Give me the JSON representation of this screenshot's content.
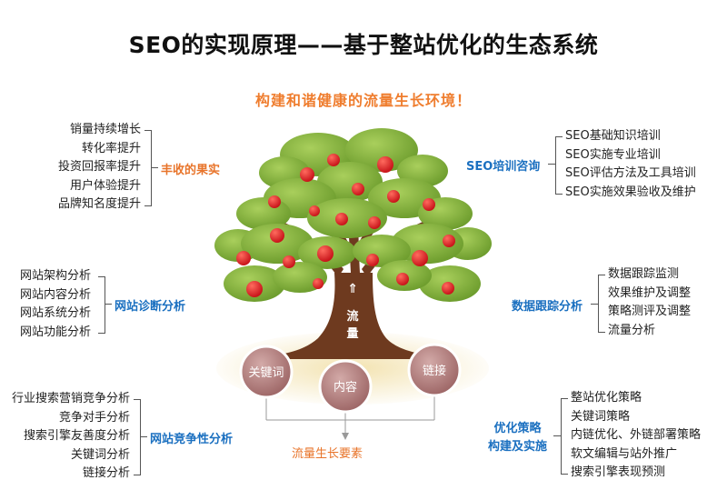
{
  "title": "SEO的实现原理——基于整站优化的生态系统",
  "subtitle": "构建和谐健康的流量生长环境！",
  "trunk_label": "流量",
  "trunk_arrow": "⇑",
  "left_groups": [
    {
      "category": "丰收的果实",
      "items": [
        "销量持续增长",
        "转化率提升",
        "投资回报率提升",
        "用户体验提升",
        "品牌知名度提升"
      ]
    },
    {
      "category": "网站诊断分析",
      "items": [
        "网站架构分析",
        "网站内容分析",
        "网站系统分析",
        "网站功能分析"
      ]
    },
    {
      "category": "网站竞争性分析",
      "items": [
        "行业搜索营销竞争分析",
        "竞争对手分析",
        "搜索引擎友善度分析",
        "关键词分析",
        "链接分析"
      ]
    }
  ],
  "right_groups": [
    {
      "category": "SEO培训咨询",
      "items": [
        "SEO基础知识培训",
        "SEO实施专业培训",
        "SEO评估方法及工具培训",
        "SEO实施效果验收及维护"
      ]
    },
    {
      "category": "数据跟踪分析",
      "items": [
        "数据跟踪监测",
        "效果维护及调整",
        "策略测评及调整",
        "流量分析"
      ]
    },
    {
      "category_lines": [
        "优化策略",
        "构建及实施"
      ],
      "items": [
        "整站优化策略",
        "关键词策略",
        "内链优化、外链部署策略",
        "软文编辑与站外推广",
        "搜索引擎表现预测"
      ]
    }
  ],
  "root_circles": [
    "关键词",
    "内容",
    "链接"
  ],
  "bottom_label": "流量生长要素",
  "colors": {
    "orange": "#e8742a",
    "blue": "#1b70c0",
    "leaf": "#7ea93a",
    "apple": "#e02424",
    "trunk": "#6e3a1f",
    "circle": "#b58484"
  }
}
